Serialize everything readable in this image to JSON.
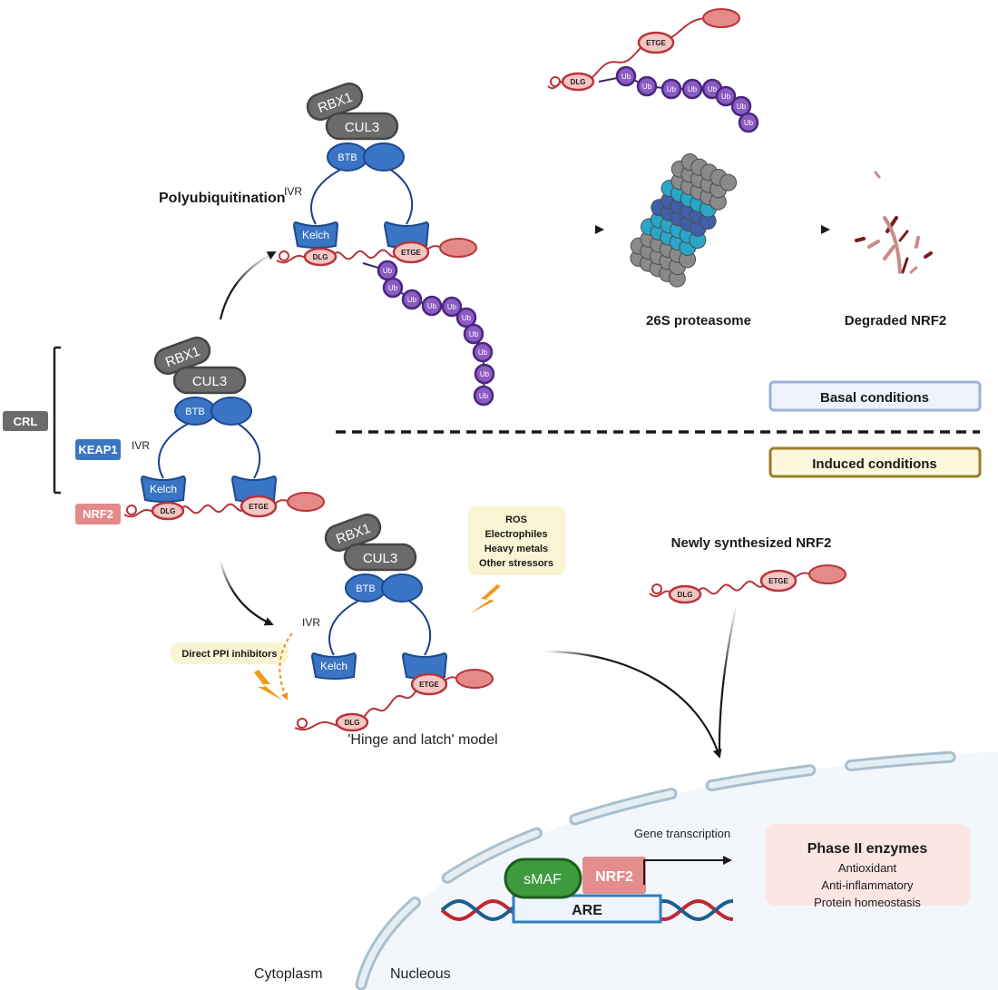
{
  "labels": {
    "polyubiquitination": "Polyubiquitination",
    "proteasome": "26S proteasome",
    "degraded": "Degraded NRF2",
    "basal": "Basal conditions",
    "induced": "Induced conditions",
    "newly_synthesized": "Newly synthesized NRF2",
    "hinge_latch": "'Hinge and latch' model",
    "ppi_inhibitors": "Direct PPI inhibitors",
    "gene_transcription": "Gene transcription",
    "cytoplasm": "Cytoplasm",
    "nucleus": "Nucleous"
  },
  "legend": {
    "crl": "CRL",
    "keap1": "KEAP1",
    "nrf2": "NRF2"
  },
  "complex": {
    "rbx1": "RBX1",
    "cul3": "CUL3",
    "btb": "BTB",
    "ivr": "IVR",
    "kelch": "Kelch",
    "dlg": "DLG",
    "etge": "ETGE",
    "ub": "Ub"
  },
  "stressors": [
    "ROS",
    "Electrophiles",
    "Heavy metals",
    "Other stressors"
  ],
  "nuclear": {
    "smaf": "sMAF",
    "nrf2": "NRF2",
    "are": "ARE"
  },
  "phase2": {
    "title": "Phase II enzymes",
    "items": [
      "Antioxidant",
      "Anti-inflammatory",
      "Protein homeostasis"
    ]
  },
  "colors": {
    "keap1_blue": "#3a74c4",
    "nrf2_pink": "#e48a88",
    "nrf2_red": "#b8343a",
    "cul_gray": "#6b6b6b",
    "ub_purple": "#6a3d9a",
    "smaf_green": "#3d9a3d",
    "basal_border": "#9fb3d9",
    "induced_border": "#9a7d2a"
  }
}
